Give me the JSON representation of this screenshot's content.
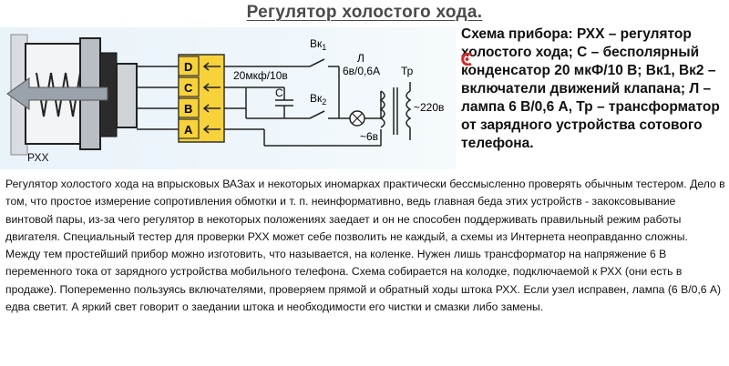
{
  "title": "Регулятор холостого хода.",
  "diagram": {
    "pins": [
      "D",
      "C",
      "B",
      "A"
    ],
    "device_label": "РХХ",
    "capacitor_value": "20мкф/10в",
    "capacitor_label": "С",
    "switch1_label": "Вк",
    "switch1_sub": "1",
    "switch2_label": "Вк",
    "switch2_sub": "2",
    "lamp_label": "Л",
    "lamp_value": "6в/0,6А",
    "transformer_label": "Тр",
    "secondary_voltage": "~6в",
    "primary_voltage": "~220в"
  },
  "caption": "Схема прибора: РХХ – регулятор холостого хода; С – бесполярный конденсатор 20 мкФ/10 В; Вк1, Вк2 – включатели движений клапана; Л – лампа 6 В/0,6 А, Тр – трансформатор от зарядного устройства сотового телефона.",
  "paragraph": "Регулятор холостого хода на  впрысковых ВАЗах и некоторых иномарках практически бессмысленно проверять обычным тестером. Дело в том, что простое измерение сопротивления обмотки и т. п. неинформативно, ведь главная беда этих устройств -  закоксовывание винтовой пары, из-за чего регулятор в некоторых положениях заедает и он не способен поддерживать правильный режим работы двигателя. Специальный тестер для проверки РХХ может себе позволить не каждый, а схемы из Интернета неоправданно сложны. Между тем простейший прибор можно изготовить, что называется, на коленке. Нужен лишь трансформатор на напряжение 6 В переменного тока от зарядного устройства мобильного телефона. Схема собирается на колодке, подключаемой к РХХ (они есть в продаже). Попеременно пользуясь включателями, проверяем прямой и обратный ходы штока РХХ. Если узел исправен, лампа (6 В/0,6 А) едва светит. А яркий свет говорит о заедании штока и необходимости его чистки и смазки либо замены."
}
